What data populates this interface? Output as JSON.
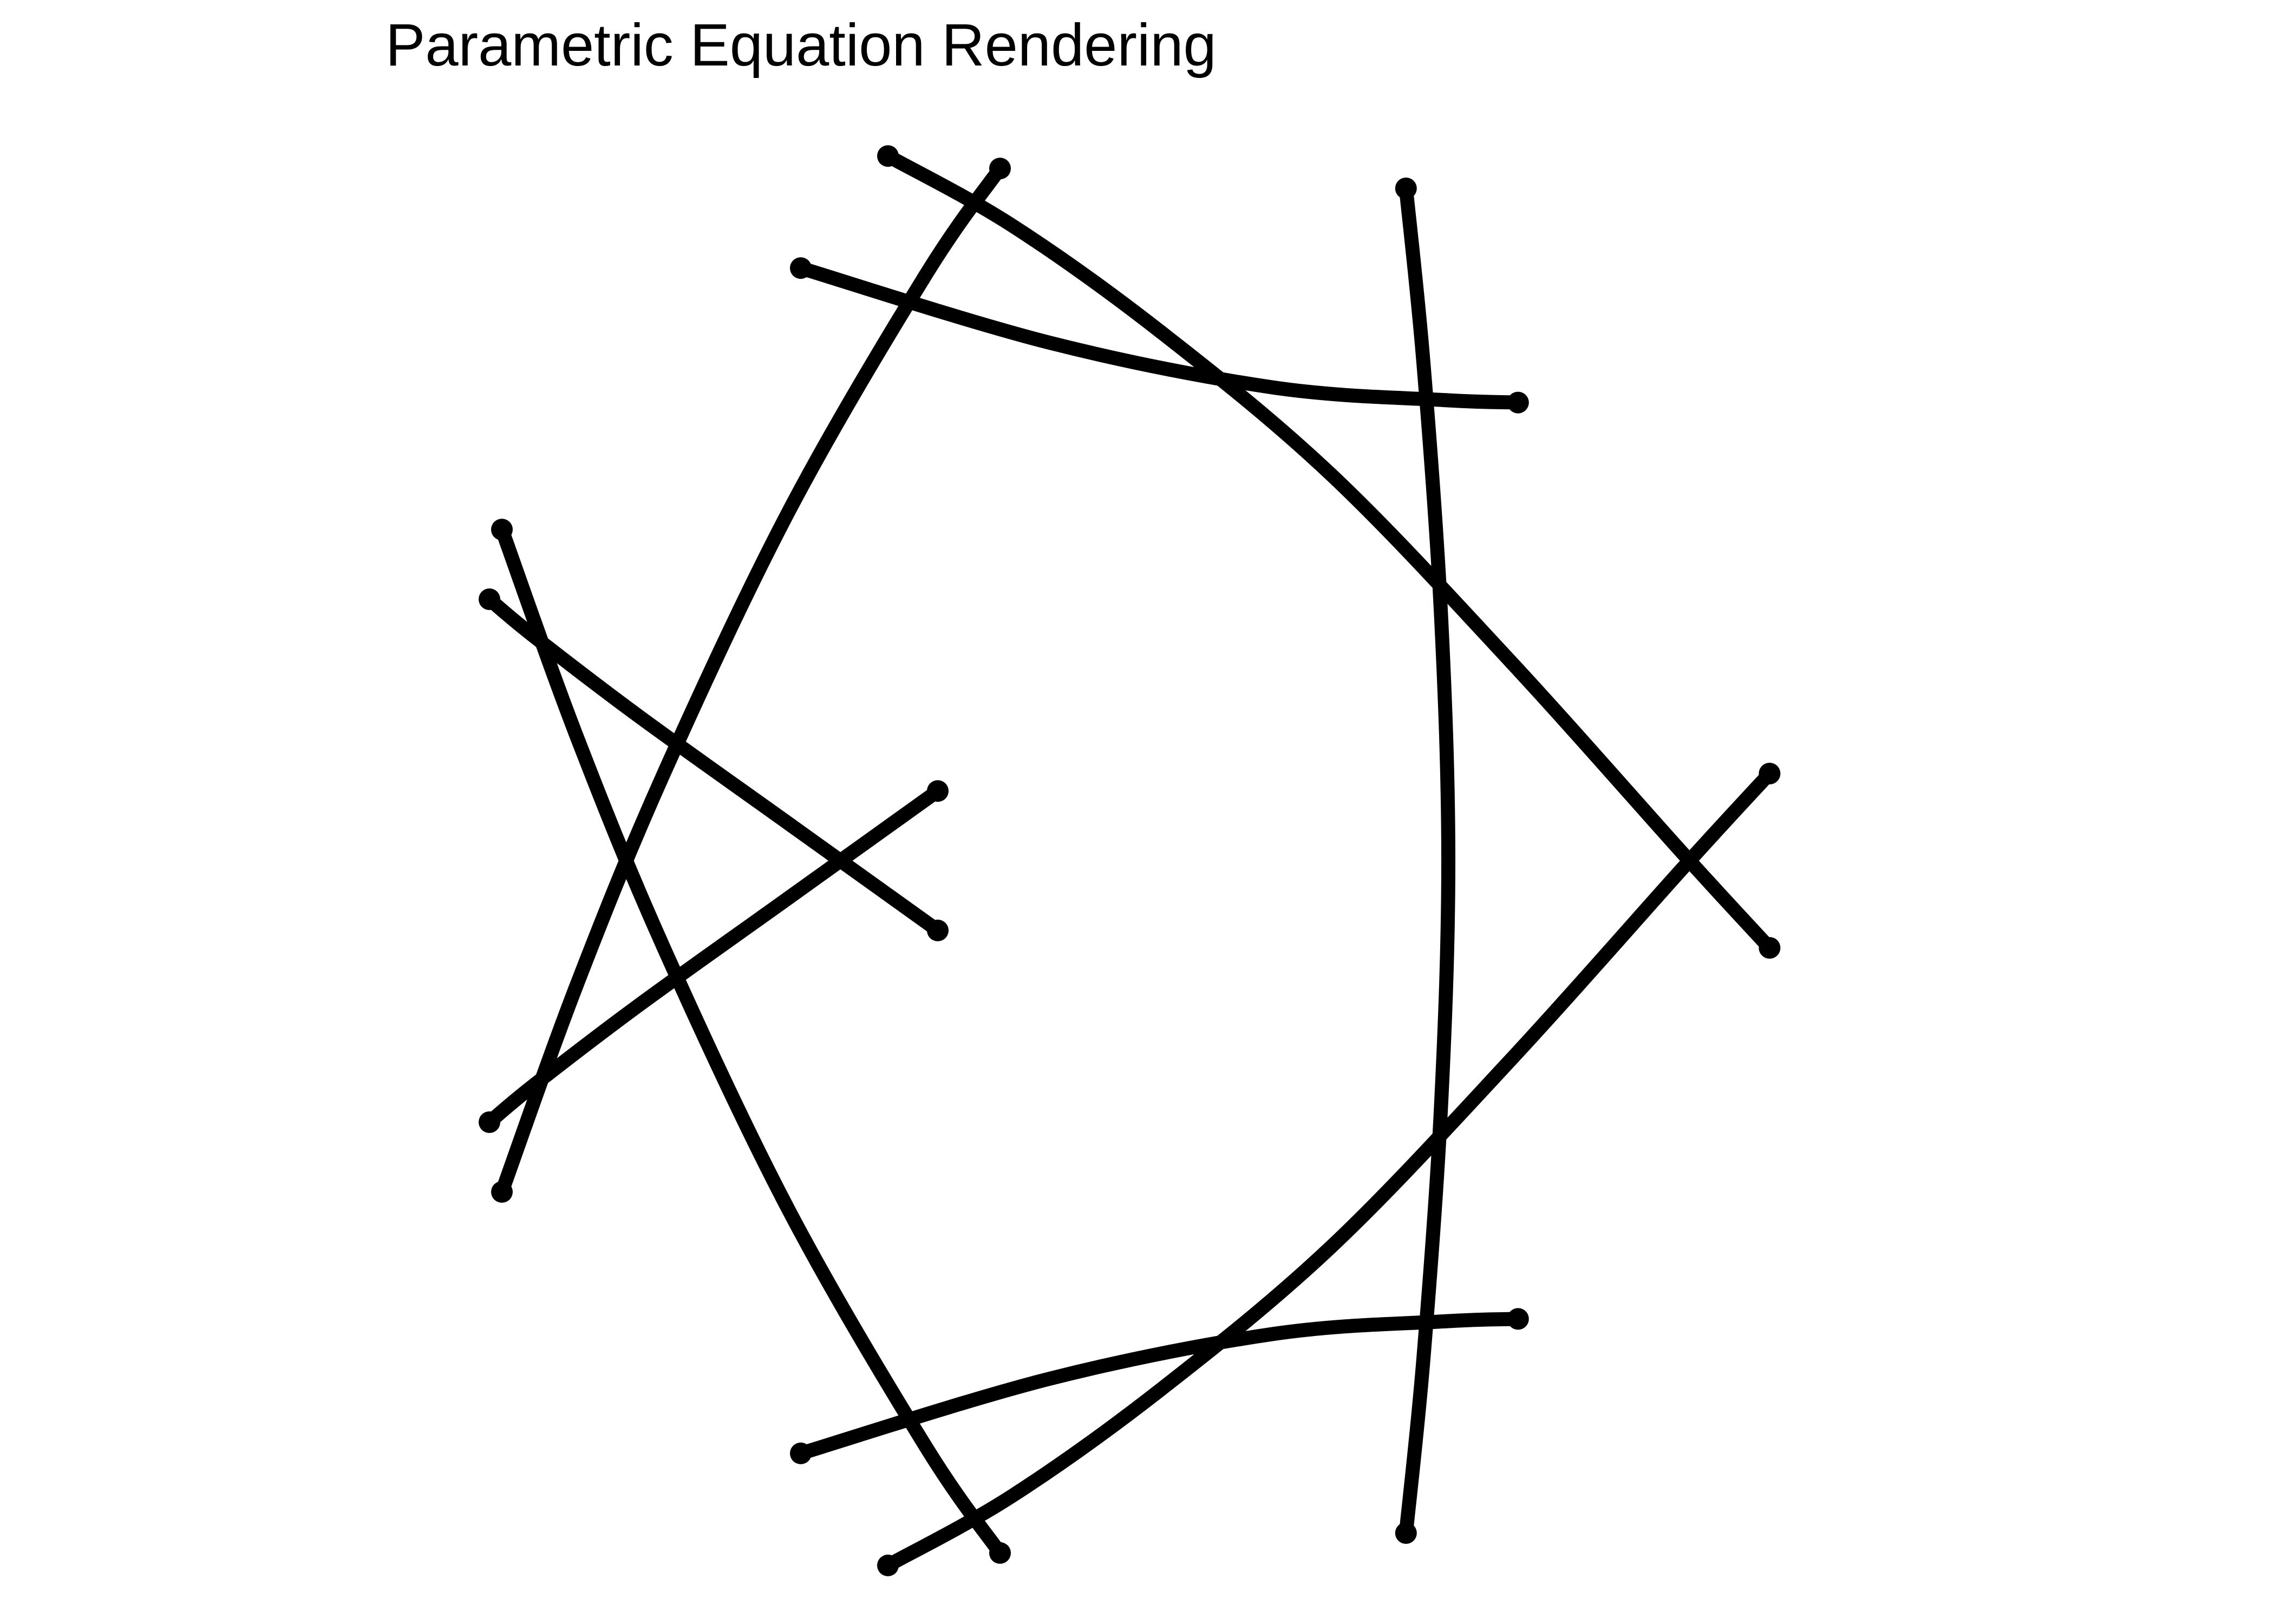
{
  "chart_data": {
    "type": "line",
    "title": "Parametric Equation Rendering",
    "xlabel": "",
    "ylabel": "",
    "axes_visible": false,
    "grid": false,
    "legend": "none",
    "line_color": "#000000",
    "background_color": "#ffffff",
    "xlim": [
      -3.4,
      3.4
    ],
    "ylim": [
      -3.25,
      3.25
    ],
    "t_range": [
      0,
      6.2832
    ],
    "endpoint_markers": true,
    "series": [
      {
        "segments": [
          {
            "x": [
              2.54,
              2.2,
              1.5,
              0.78,
              0.1,
              -0.5,
              -1.0
            ],
            "y": [
              0.35,
              -0.02,
              -0.8,
              -1.55,
              -2.12,
              -2.55,
              -2.83
            ]
          },
          {
            "x": [
              2.54,
              2.2,
              1.5,
              0.78,
              0.1,
              -0.5,
              -1.0
            ],
            "y": [
              -0.35,
              0.02,
              0.8,
              1.55,
              2.12,
              2.55,
              2.83
            ]
          },
          {
            "x": [
              1.08,
              1.15,
              1.22,
              1.25,
              1.22,
              1.15,
              1.08
            ],
            "y": [
              -2.7,
              -2.0,
              -1.0,
              0.0,
              1.0,
              2.0,
              2.7
            ]
          },
          {
            "x": [
              -1.35,
              -0.35,
              0.55,
              1.23,
              1.53
            ],
            "y": [
              2.38,
              2.08,
              1.9,
              1.85,
              1.84
            ]
          },
          {
            "x": [
              -1.35,
              -0.35,
              0.55,
              1.23,
              1.53
            ],
            "y": [
              -2.38,
              -2.08,
              -1.9,
              -1.85,
              -1.84
            ]
          },
          {
            "x": [
              -2.55,
              -2.25,
              -1.9,
              -1.4,
              -0.85,
              -0.55
            ],
            "y": [
              1.33,
              0.5,
              -0.35,
              -1.4,
              -2.35,
              -2.78
            ]
          },
          {
            "x": [
              -2.55,
              -2.25,
              -1.9,
              -1.4,
              -0.85,
              -0.55
            ],
            "y": [
              -1.33,
              -0.5,
              0.35,
              1.4,
              2.35,
              2.78
            ]
          },
          {
            "x": [
              -2.6,
              -2.42,
              -2.0,
              -1.4,
              -0.8
            ],
            "y": [
              -1.05,
              -0.9,
              -0.58,
              -0.15,
              0.28
            ]
          },
          {
            "x": [
              -2.6,
              -2.42,
              -2.0,
              -1.4,
              -0.8
            ],
            "y": [
              1.05,
              0.9,
              0.58,
              0.15,
              -0.28
            ]
          }
        ]
      }
    ]
  }
}
